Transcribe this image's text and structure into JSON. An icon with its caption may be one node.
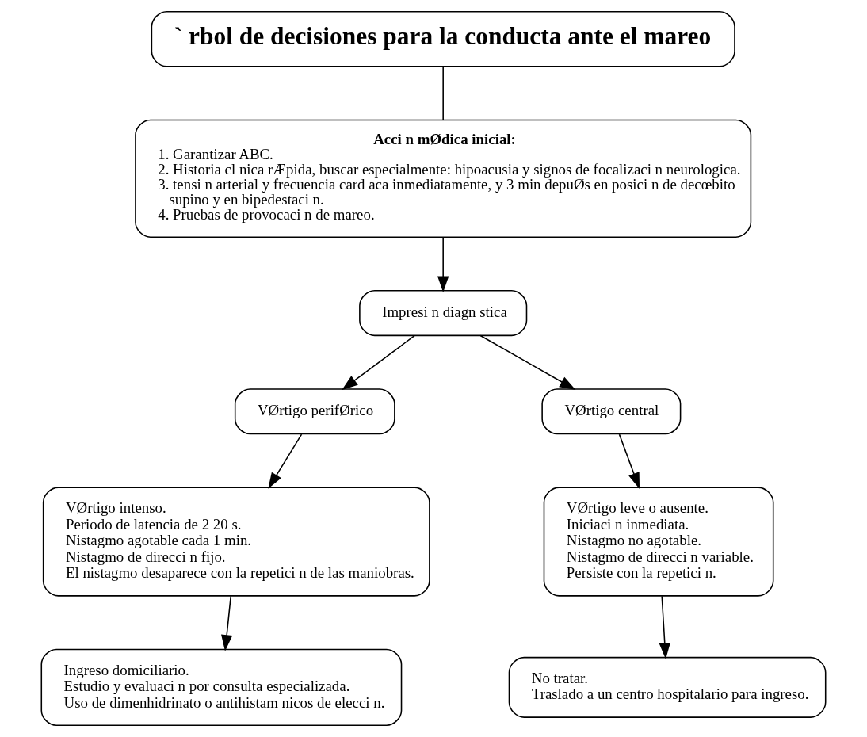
{
  "diagram": {
    "nodes": [
      {
        "text": [
          "` rbol de decisiones para la conducta ante el mareo"
        ]
      },
      {
        "text": [
          "Acci n mØdica inicial:",
          "1. Garantizar ABC.",
          "2. Historia cl nica rÆpida, buscar especialmente: hipoacusia y signos de focalizaci n neurologica.",
          "3. tensi n arterial y frecuencia card aca inmediatamente, y 3 min depuØs en posici n de decœbito supino y en bipedestaci n.",
          "4. Pruebas de provocaci n de mareo."
        ]
      },
      {
        "text": [
          "Impresi n diagn stica"
        ]
      },
      {
        "text": [
          "VØrtigo perifØrico"
        ]
      },
      {
        "text": [
          "VØrtigo central"
        ]
      },
      {
        "text": [
          "VØrtigo intenso.",
          "Periodo de latencia de 2 20 s.",
          "Nistagmo agotable cada 1 min.",
          "Nistagmo de direcci n fijo.",
          "El nistagmo desaparece con la repetici n de las maniobras."
        ]
      },
      {
        "text": [
          "VØrtigo leve o ausente.",
          "Iniciaci n inmediata.",
          "Nistagmo no agotable.",
          "Nistagmo de direcci n variable.",
          "Persiste con la repetici n."
        ]
      },
      {
        "text": [
          "Ingreso domiciliario.",
          "Estudio y evaluaci n por consulta especializada.",
          "Uso de dimenhidrinato o antihistam nicos de elecci n."
        ]
      },
      {
        "text": [
          "No tratar.",
          "Traslado a un centro hospitalario para ingreso."
        ]
      }
    ],
    "edges": [
      {
        "from": 0,
        "to": 1,
        "arrow": "none"
      },
      {
        "from": 1,
        "to": 2,
        "arrow": "to"
      },
      {
        "from": 2,
        "to": 3,
        "arrow": "to"
      },
      {
        "from": 2,
        "to": 4,
        "arrow": "to"
      },
      {
        "from": 3,
        "to": 5,
        "arrow": "to"
      },
      {
        "from": 4,
        "to": 6,
        "arrow": "to"
      },
      {
        "from": 5,
        "to": 7,
        "arrow": "to"
      },
      {
        "from": 6,
        "to": 8,
        "arrow": "to"
      }
    ]
  }
}
